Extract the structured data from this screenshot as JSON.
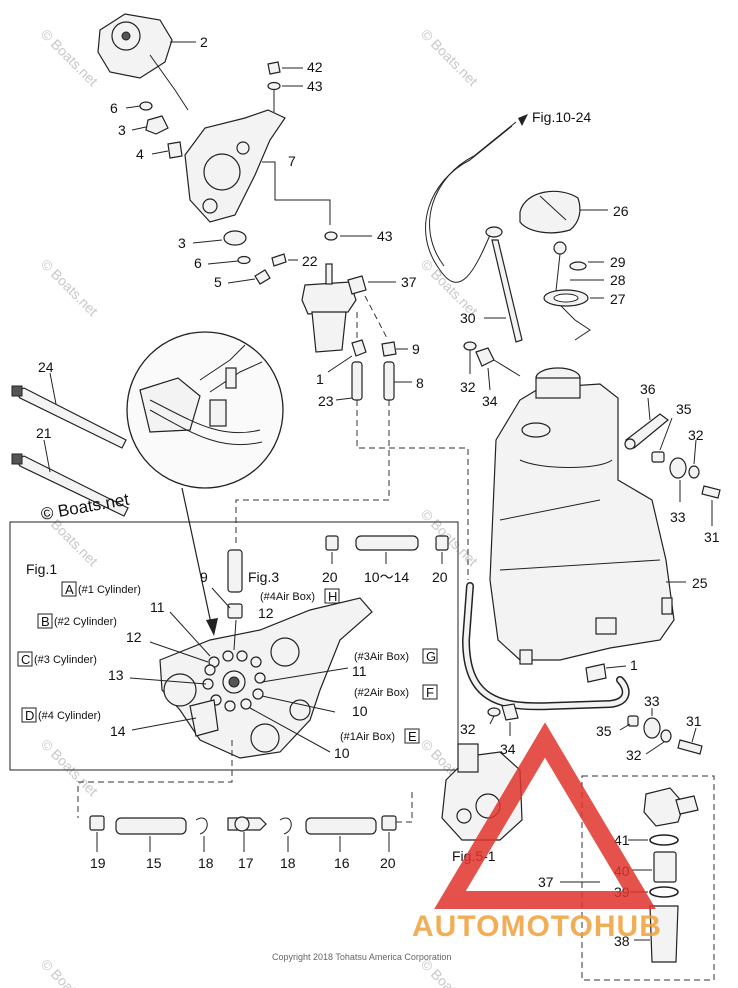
{
  "copyright": "Copyright 2018 Tohatsu America Corporation",
  "watermark": "© Boats.net",
  "brand_logo_text": "AUTOMOTOHUB",
  "brand_colors": {
    "triangle": "#e0322c",
    "text_orange": "#f0a13a",
    "text_red": "#e0322c",
    "text_gray": "#777777"
  },
  "figure_refs": {
    "fig10_24": "Fig.10-24",
    "fig5_1": "Fig.5-1",
    "fig1": "Fig.1",
    "fig3": "Fig.3"
  },
  "fig1_cylinders": [
    {
      "box": "A",
      "label": "(#1 Cylinder)"
    },
    {
      "box": "B",
      "label": "(#2 Cylinder)"
    },
    {
      "box": "C",
      "label": "(#3 Cylinder)"
    },
    {
      "box": "D",
      "label": "(#4 Cylinder)"
    }
  ],
  "fig1_airboxes": [
    {
      "box": "H",
      "label": "(#4Air Box)"
    },
    {
      "box": "G",
      "label": "(#3Air Box)"
    },
    {
      "box": "F",
      "label": "(#2Air Box)"
    },
    {
      "box": "E",
      "label": "(#1Air Box)"
    }
  ],
  "range_label": "10～14",
  "part_numbers": {
    "p2": "2",
    "p42": "42",
    "p43a": "43",
    "p6a": "6",
    "p3a": "3",
    "p4": "4",
    "p7": "7",
    "p43b": "43",
    "p3b": "3",
    "p6b": "6",
    "p22": "22",
    "p5": "5",
    "p37a": "37",
    "p9a": "9",
    "p1a": "1",
    "p23": "23",
    "p8": "8",
    "p24": "24",
    "p21": "21",
    "p26": "26",
    "p29": "29",
    "p28": "28",
    "p27": "27",
    "p30": "30",
    "p32a": "32",
    "p34a": "34",
    "p36": "36",
    "p35a": "35",
    "p32b": "32",
    "p33a": "33",
    "p31a": "31",
    "p25": "25",
    "p1b": "1",
    "p33b": "33",
    "p31b": "31",
    "p35b": "35",
    "p32c": "32",
    "p32d": "32",
    "p34b": "34",
    "p9b": "9",
    "p11a": "11",
    "p12a": "12",
    "p12b": "12",
    "p13": "13",
    "p14": "14",
    "p11b": "11",
    "p10a": "10",
    "p10b": "10",
    "p20a": "20",
    "p20b": "20",
    "p19": "19",
    "p15": "15",
    "p18a": "18",
    "p17": "17",
    "p18b": "18",
    "p16": "16",
    "p20c": "20",
    "p41": "41",
    "p40": "40",
    "p37b": "37",
    "p39": "39",
    "p38": "38"
  }
}
